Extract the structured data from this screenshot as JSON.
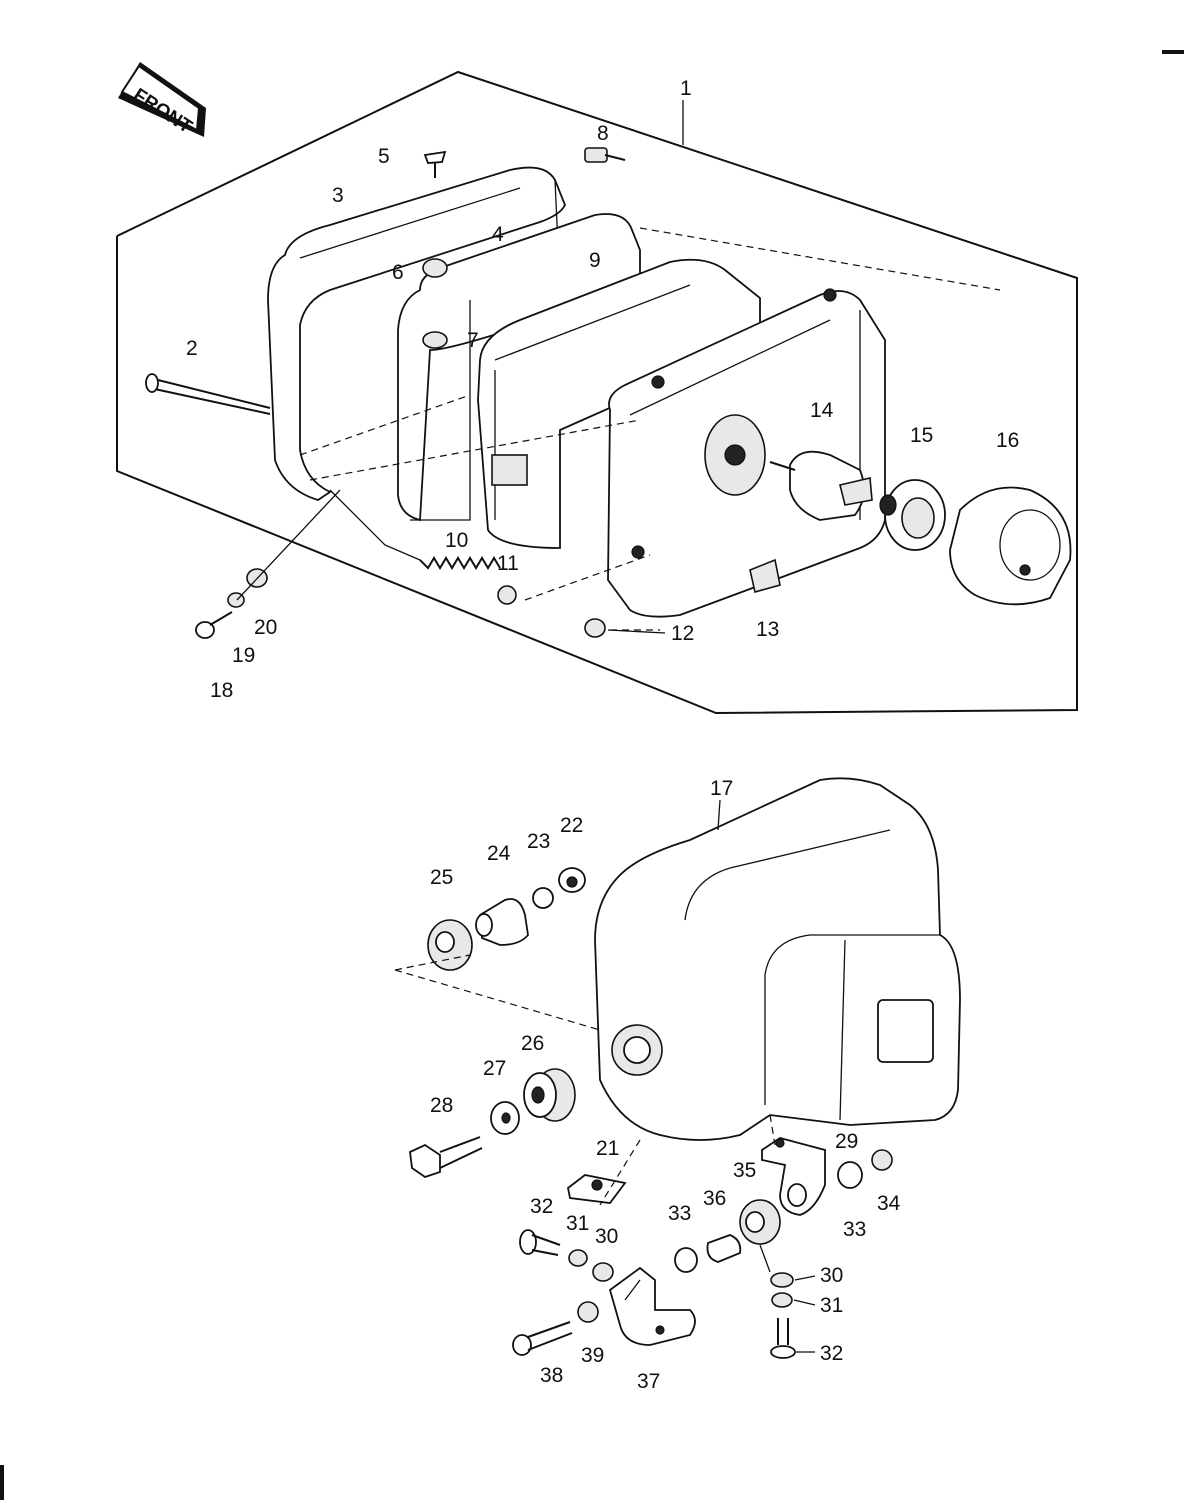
{
  "front_badge": {
    "label": "FRONT"
  },
  "callouts": [
    "1",
    "2",
    "3",
    "4",
    "5",
    "6",
    "7",
    "8",
    "9",
    "10",
    "11",
    "12",
    "13",
    "14",
    "15",
    "16",
    "17",
    "18",
    "19",
    "20",
    "21",
    "22",
    "23",
    "24",
    "25",
    "26",
    "27",
    "28",
    "29",
    "30",
    "31",
    "32",
    "33",
    "34",
    "35",
    "36",
    "37",
    "38",
    "39"
  ]
}
